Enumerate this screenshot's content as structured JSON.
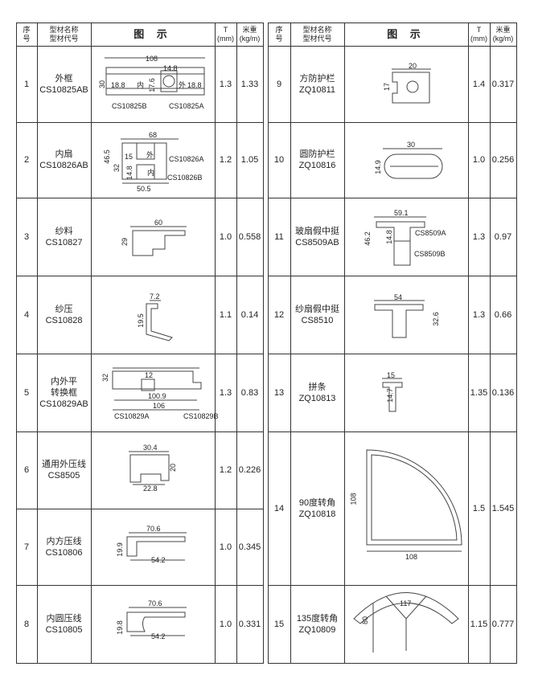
{
  "header": {
    "seq": "序\n号",
    "name": "型材名称\n型材代号",
    "diagram": "图 示",
    "t": "T\n(mm)",
    "weight": "米重\n(kg/m)"
  },
  "rows": [
    {
      "seq": "1",
      "name": "外框\nCS10825AB",
      "t": "1.3",
      "w": "1.33",
      "labels": [
        "108",
        "14.8",
        "30",
        "18.8",
        "内",
        "17.6",
        "外",
        "18.8",
        "CS10825B",
        "CS10825A"
      ]
    },
    {
      "seq": "2",
      "name": "内扇\nCS10826AB",
      "t": "1.2",
      "w": "1.05",
      "labels": [
        "68",
        "46.5",
        "32",
        "15",
        "外",
        "CS10826A",
        "14.8",
        "内",
        "CS10826B",
        "50.5"
      ]
    },
    {
      "seq": "3",
      "name": "纱料\nCS10827",
      "t": "1.0",
      "w": "0.558",
      "labels": [
        "60",
        "29"
      ]
    },
    {
      "seq": "4",
      "name": "纱压\nCS10828",
      "t": "1.1",
      "w": "0.14",
      "labels": [
        "7.2",
        "19.5"
      ]
    },
    {
      "seq": "5",
      "name": "内外平\n转换框\nCS10829AB",
      "t": "1.3",
      "w": "0.83",
      "labels": [
        "32",
        "12",
        "100.9",
        "106",
        "CS10829A",
        "CS10829B"
      ]
    },
    {
      "seq": "6",
      "name": "通用外压线\nCS8505",
      "t": "1.2",
      "w": "0.226",
      "labels": [
        "30.4",
        "20",
        "22.8"
      ]
    },
    {
      "seq": "7",
      "name": "内方压线\nCS10806",
      "t": "1.0",
      "w": "0.345",
      "labels": [
        "70.6",
        "19.9",
        "54.2"
      ]
    },
    {
      "seq": "8",
      "name": "内圆压线\nCS10805",
      "t": "1.0",
      "w": "0.331",
      "labels": [
        "70.6",
        "19.8",
        "54.2"
      ]
    },
    {
      "seq": "9",
      "name": "方防护栏\nZQ10811",
      "t": "1.4",
      "w": "0.317",
      "labels": [
        "20",
        "17"
      ]
    },
    {
      "seq": "10",
      "name": "圆防护栏\nZQ10816",
      "t": "1.0",
      "w": "0.256",
      "labels": [
        "30",
        "14.9"
      ]
    },
    {
      "seq": "11",
      "name": "玻扇假中挺\nCS8509AB",
      "t": "1.3",
      "w": "0.97",
      "labels": [
        "59.1",
        "46.2",
        "14.8",
        "CS8509A",
        "CS8509B"
      ]
    },
    {
      "seq": "12",
      "name": "纱扇假中挺\nCS8510",
      "t": "1.3",
      "w": "0.66",
      "labels": [
        "54",
        "32.6"
      ]
    },
    {
      "seq": "13",
      "name": "拼条\nZQ10813",
      "t": "1.35",
      "w": "0.136",
      "labels": [
        "15",
        "14.7"
      ]
    },
    {
      "seq": "14",
      "name": "90度转角\nZQ10818",
      "t": "1.5",
      "w": "1.545",
      "labels": [
        "108",
        "108"
      ]
    },
    {
      "seq": "15",
      "name": "135度转角\nZQ10809",
      "t": "1.15",
      "w": "0.777",
      "labels": [
        "117",
        "80"
      ]
    }
  ]
}
